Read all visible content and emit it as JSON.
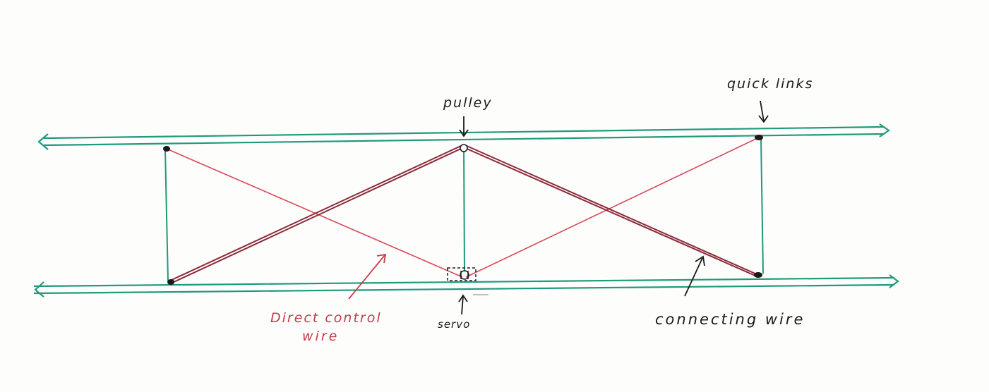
{
  "labels": {
    "pulley": "pulley",
    "quick_links": "quick links",
    "servo": "servo",
    "direct_control_line1": "Direct control",
    "direct_control_line2": "wire",
    "connecting_wire": "connecting wire"
  },
  "colors": {
    "paper": "#fdfdfb",
    "rail": "#1f9a7c",
    "direct_control_wire": "#d9465a",
    "connecting_wire": "#8a2a3a",
    "ink": "#1a1a1a",
    "note_red": "#c93a4e"
  }
}
